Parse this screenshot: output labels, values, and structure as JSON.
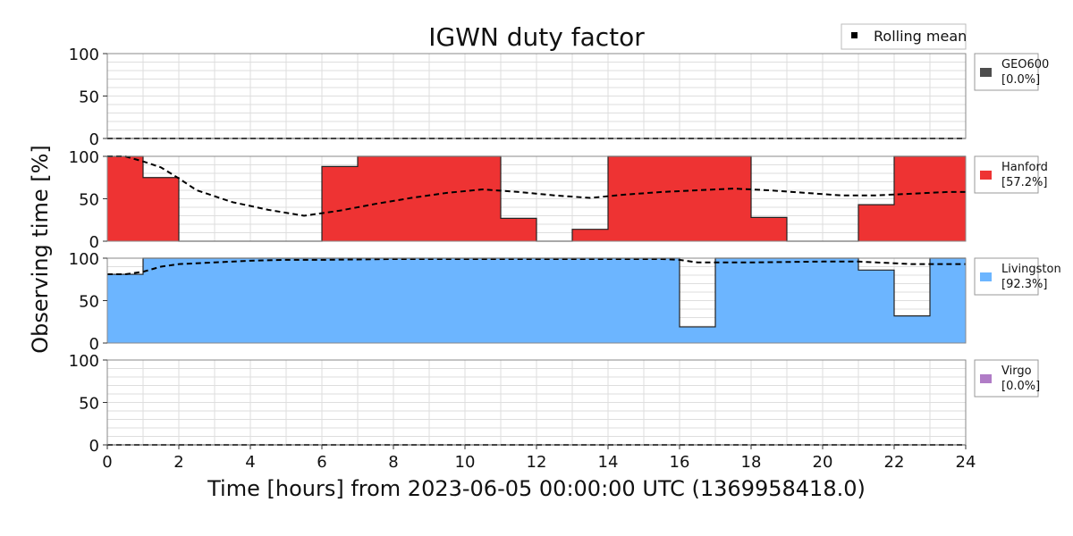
{
  "chart_data": {
    "type": "bar",
    "title": "IGWN duty factor",
    "xlabel": "Time [hours] from 2023-06-05 00:00:00 UTC (1369958418.0)",
    "ylabel": "Observing time [%]",
    "xlim": [
      0,
      24
    ],
    "ylim": [
      0,
      100
    ],
    "x_ticks": [
      0,
      2,
      4,
      6,
      8,
      10,
      12,
      14,
      16,
      18,
      20,
      22,
      24
    ],
    "y_ticks": [
      0,
      50,
      100
    ],
    "grid": true,
    "legend_label": "Rolling mean",
    "legend_position": "top-right",
    "series": [
      {
        "name": "GEO600",
        "summary": "[0.0%]",
        "color": "#4d4d4d",
        "values": [
          0,
          0,
          0,
          0,
          0,
          0,
          0,
          0,
          0,
          0,
          0,
          0,
          0,
          0,
          0,
          0,
          0,
          0,
          0,
          0,
          0,
          0,
          0,
          0
        ],
        "rolling": [
          [
            0,
            0
          ],
          [
            24,
            0
          ]
        ]
      },
      {
        "name": "Hanford",
        "summary": "[57.2%]",
        "color": "#ee3333",
        "values": [
          100,
          75,
          0,
          0,
          0,
          0,
          88,
          100,
          100,
          100,
          100,
          27,
          0,
          14,
          100,
          100,
          100,
          100,
          28,
          0,
          0,
          43,
          100,
          100
        ],
        "rolling": [
          [
            0,
            100
          ],
          [
            0.5,
            100
          ],
          [
            1,
            94
          ],
          [
            1.5,
            87
          ],
          [
            2,
            74
          ],
          [
            2.5,
            60
          ],
          [
            3.5,
            46
          ],
          [
            4.5,
            37
          ],
          [
            5.5,
            30
          ],
          [
            6.5,
            36
          ],
          [
            7.5,
            44
          ],
          [
            8.5,
            51
          ],
          [
            9.5,
            57
          ],
          [
            10.5,
            61
          ],
          [
            11.5,
            58
          ],
          [
            12.5,
            54
          ],
          [
            13.5,
            51
          ],
          [
            14.5,
            55
          ],
          [
            15.5,
            58
          ],
          [
            16.5,
            60
          ],
          [
            17.5,
            62
          ],
          [
            18.5,
            60
          ],
          [
            19.5,
            57
          ],
          [
            20.5,
            54
          ],
          [
            21.5,
            54
          ],
          [
            22.5,
            56
          ],
          [
            23.5,
            58
          ],
          [
            24,
            58
          ]
        ]
      },
      {
        "name": "Livingston",
        "summary": "[92.3%]",
        "color": "#6cb5ff",
        "values": [
          81,
          100,
          100,
          100,
          100,
          100,
          100,
          100,
          100,
          100,
          100,
          100,
          100,
          100,
          100,
          100,
          19,
          100,
          100,
          100,
          100,
          86,
          32,
          100
        ],
        "rolling": [
          [
            0,
            81
          ],
          [
            0.5,
            81
          ],
          [
            1,
            84
          ],
          [
            1.5,
            90
          ],
          [
            2,
            93
          ],
          [
            3,
            95
          ],
          [
            4,
            97
          ],
          [
            5,
            98
          ],
          [
            6,
            98
          ],
          [
            8,
            99
          ],
          [
            10,
            99
          ],
          [
            12,
            99
          ],
          [
            14,
            99
          ],
          [
            15.5,
            99
          ],
          [
            16,
            98
          ],
          [
            16.5,
            95
          ],
          [
            17,
            95
          ],
          [
            18,
            95
          ],
          [
            20,
            96
          ],
          [
            21,
            96
          ],
          [
            21.5,
            95
          ],
          [
            22.5,
            93
          ],
          [
            23,
            93
          ],
          [
            24,
            93
          ]
        ]
      },
      {
        "name": "Virgo",
        "summary": "[0.0%]",
        "color": "#b07cc6",
        "values": [
          0,
          0,
          0,
          0,
          0,
          0,
          0,
          0,
          0,
          0,
          0,
          0,
          0,
          0,
          0,
          0,
          0,
          0,
          0,
          0,
          0,
          0,
          0,
          0
        ],
        "rolling": [
          [
            0,
            0
          ],
          [
            24,
            0
          ]
        ]
      }
    ]
  }
}
